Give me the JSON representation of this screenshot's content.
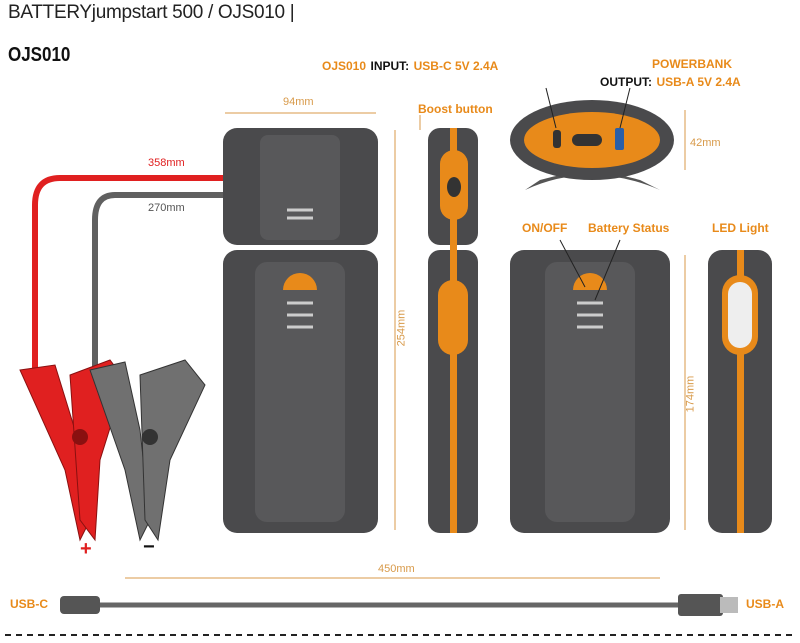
{
  "header": {
    "title": "BATTERYjumpstart 500 / OJS010  |",
    "model": "OJS010"
  },
  "labels": {
    "input_model": "OJS010",
    "input_label": "INPUT:",
    "input_value": "USB-C  5V 2.4A",
    "powerbank": "POWERBANK",
    "output_label": "OUTPUT:",
    "output_value": "USB-A 5V 2.4A",
    "boost": "Boost button",
    "onoff": "ON/OFF",
    "battery_status": "Battery Status",
    "led": "LED Light",
    "usb_c": "USB-C",
    "usb_a": "USB-A",
    "plus": "+",
    "minus": "−"
  },
  "dimensions": {
    "width": "94mm",
    "red_cable": "358mm",
    "black_cable": "270mm",
    "height": "254mm",
    "depth": "42mm",
    "side_height": "174mm",
    "usb_cable": "450mm"
  },
  "colors": {
    "orange": "#e88a1a",
    "body": "#4a4a4c",
    "red": "#e02020",
    "gray": "#5a5a5a"
  }
}
